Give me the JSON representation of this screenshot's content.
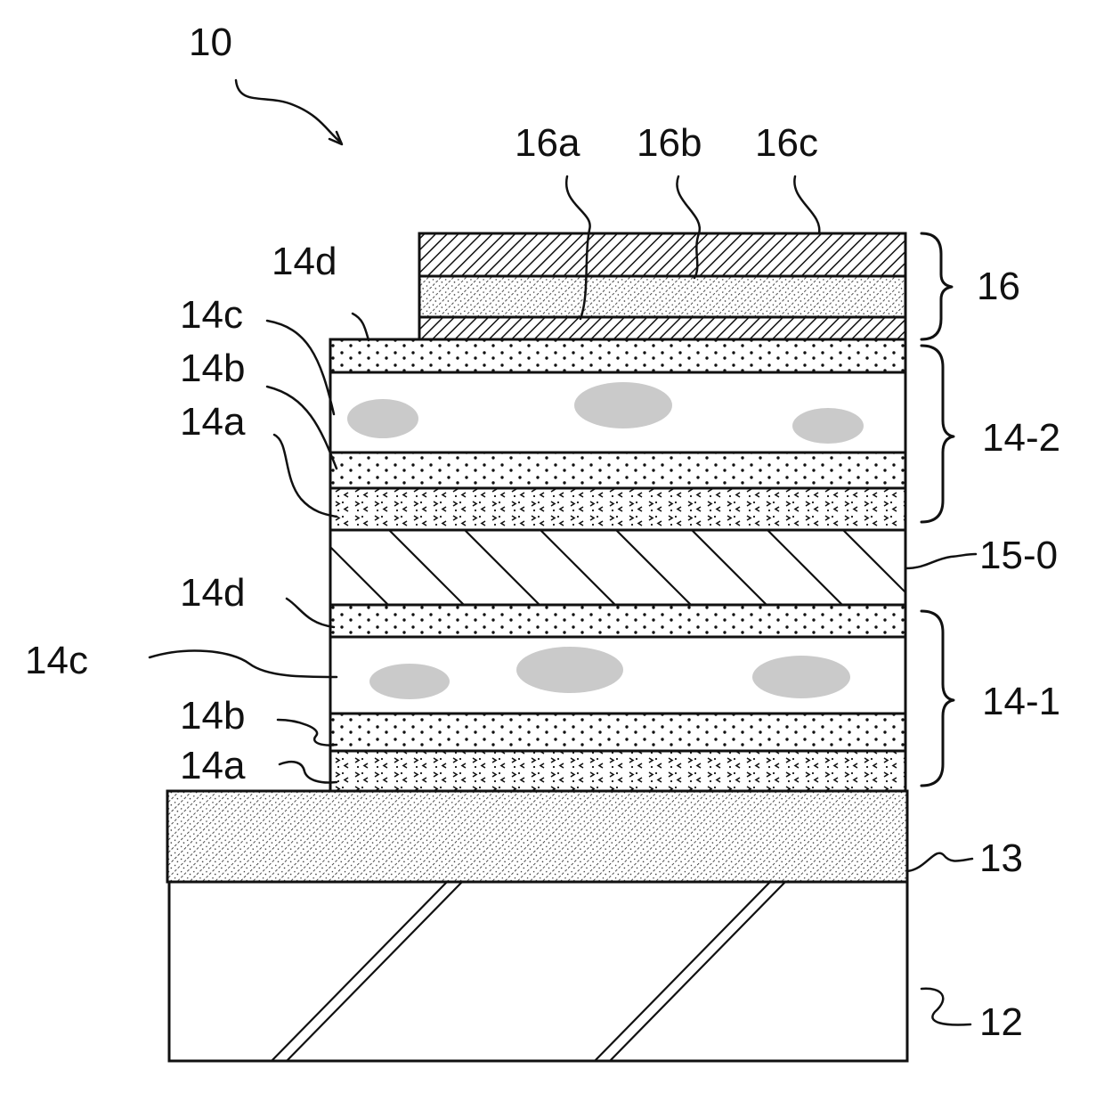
{
  "figure_number": "10",
  "groups": {
    "16": "16",
    "14_2": "14-2",
    "14_1": "14-1"
  },
  "layers": {
    "16c": "16c",
    "16b": "16b",
    "16a": "16a",
    "upper_14d": "14d",
    "upper_14c": "14c",
    "upper_14b": "14b",
    "upper_14a": "14a",
    "intermediate": "15-0",
    "lower_14d": "14d",
    "lower_14c": "14c",
    "lower_14b": "14b",
    "lower_14a": "14a",
    "layer_13": "13",
    "substrate": "12"
  }
}
